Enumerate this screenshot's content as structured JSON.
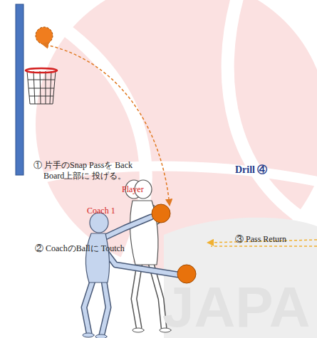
{
  "diagram": {
    "labels": [
      "Drill ④",
      "① 片手のSnap Passを Back Board上部に 投げる。",
      "Player",
      "Coach 1",
      "② CoachのBallに Toutch",
      "③ Pass Return",
      "JAPA"
    ]
  }
}
